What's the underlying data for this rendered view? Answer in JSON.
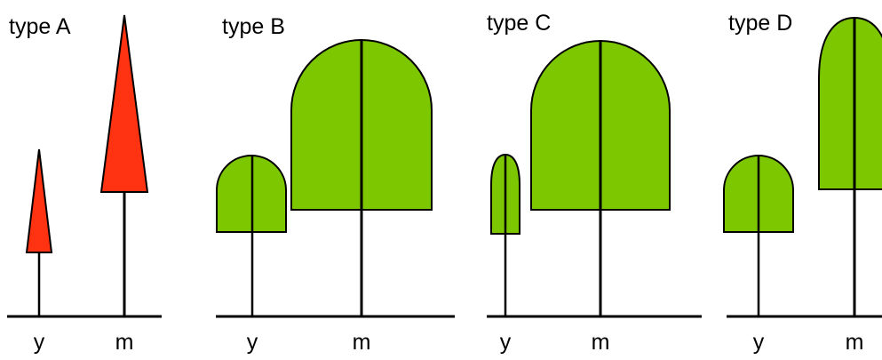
{
  "colors": {
    "conifer_fill": "#FF3311",
    "broadleaf_fill": "#7DC700",
    "outline": "#000000",
    "background": "#FFFFFF"
  },
  "panels": [
    {
      "title": "type A",
      "labels": {
        "young": "y",
        "mature": "m"
      },
      "crown_shape": "cone"
    },
    {
      "title": "type B",
      "labels": {
        "young": "y",
        "mature": "m"
      },
      "crown_shape": "dome"
    },
    {
      "title": "type C",
      "labels": {
        "young": "y",
        "mature": "m"
      },
      "crown_shape": "dome"
    },
    {
      "title": "type D",
      "labels": {
        "young": "y",
        "mature": "m"
      },
      "crown_shape": "dome"
    }
  ]
}
